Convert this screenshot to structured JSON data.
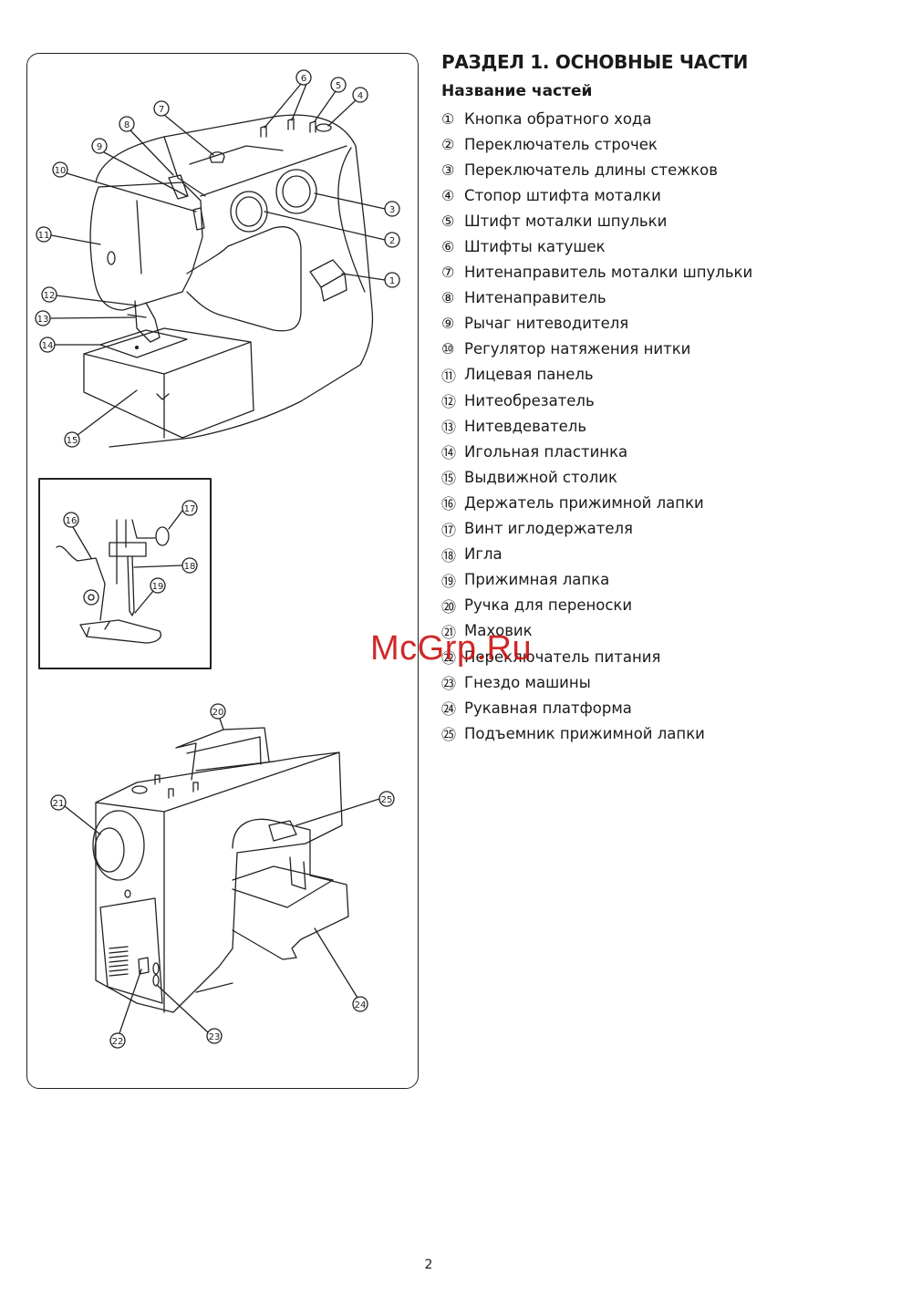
{
  "section_title": "РАЗДЕЛ 1. ОСНОВНЫЕ ЧАСТИ",
  "list_heading": "Название частей",
  "parts": [
    {
      "num": "①",
      "label": "Кнопка обратного хода"
    },
    {
      "num": "②",
      "label": "Переключатель строчек"
    },
    {
      "num": "③",
      "label": "Переключатель длины стежков"
    },
    {
      "num": "④",
      "label": "Стопор штифта моталки"
    },
    {
      "num": "⑤",
      "label": "Штифт моталки шпульки"
    },
    {
      "num": "⑥",
      "label": "Штифты катушек"
    },
    {
      "num": "⑦",
      "label": "Нитенаправитель моталки шпульки"
    },
    {
      "num": "⑧",
      "label": "Нитенаправитель"
    },
    {
      "num": "⑨",
      "label": "Рычаг нитеводителя"
    },
    {
      "num": "⑩",
      "label": "Регулятор натяжения нитки"
    },
    {
      "num": "⑪",
      "label": "Лицевая панель"
    },
    {
      "num": "⑫",
      "label": "Нитеобрезатель"
    },
    {
      "num": "⑬",
      "label": "Нитевдеватель"
    },
    {
      "num": "⑭",
      "label": "Игольная пластинка"
    },
    {
      "num": "⑮",
      "label": "Выдвижной столик"
    },
    {
      "num": "⑯",
      "label": "Держатель прижимной лапки"
    },
    {
      "num": "⑰",
      "label": "Винт иглодержателя"
    },
    {
      "num": "⑱",
      "label": "Игла"
    },
    {
      "num": "⑲",
      "label": "Прижимная лапка"
    },
    {
      "num": "⑳",
      "label": "Ручка для переноски"
    },
    {
      "num": "㉑",
      "label": "Маховик"
    },
    {
      "num": "㉒",
      "label": "Переключатель питания"
    },
    {
      "num": "㉓",
      "label": "Гнездо машины"
    },
    {
      "num": "㉔",
      "label": "Рукавная платформа"
    },
    {
      "num": "㉕",
      "label": "Подъемник прижимной лапки"
    }
  ],
  "watermark": "McGrp.Ru",
  "page_number": "2",
  "callouts": {
    "c1": "1",
    "c2": "2",
    "c3": "3",
    "c4": "4",
    "c5": "5",
    "c6": "6",
    "c7": "7",
    "c8": "8",
    "c9": "9",
    "c10": "10",
    "c11": "11",
    "c12": "12",
    "c13": "13",
    "c14": "14",
    "c15": "15",
    "c16": "16",
    "c17": "17",
    "c18": "18",
    "c19": "19",
    "c20": "20",
    "c21": "21",
    "c22": "22",
    "c23": "23",
    "c24": "24",
    "c25": "25"
  }
}
